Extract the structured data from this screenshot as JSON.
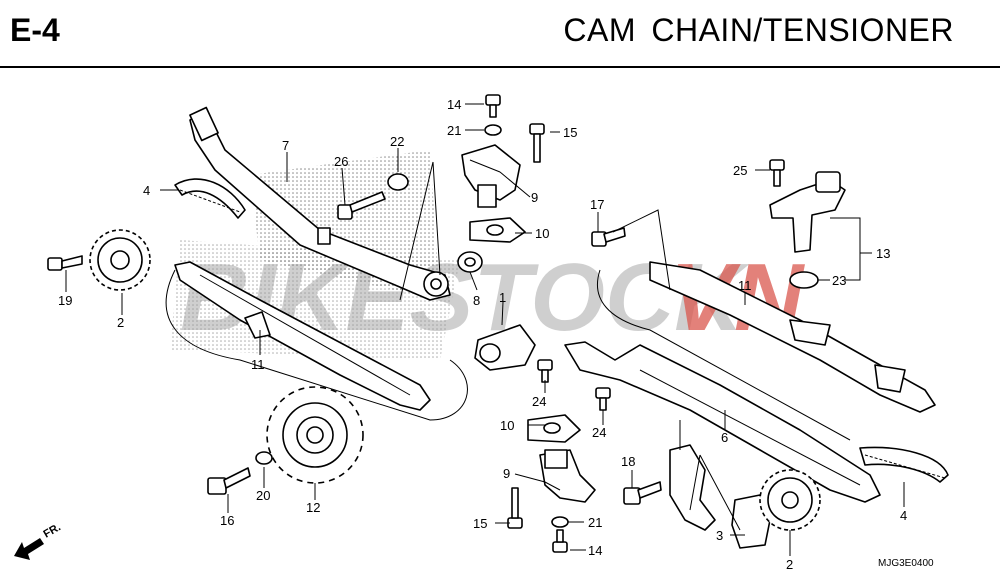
{
  "header": {
    "code": "E-4",
    "title": "CAM  CHAIN/TENSIONER"
  },
  "footer": {
    "diagram_code": "MJG3E0400",
    "direction": "FR."
  },
  "watermark": {
    "text_a": "BIKESTOCK",
    "text_b": "VN",
    "color_a": "#9a9a9a",
    "color_b": "#d33a2f"
  },
  "callouts": {
    "c1": "1",
    "c2a": "2",
    "c2b": "2",
    "c3": "3",
    "c4a": "4",
    "c4b": "4",
    "c6": "6",
    "c7": "7",
    "c8": "8",
    "c9a": "9",
    "c9b": "9",
    "c10a": "10",
    "c10b": "10",
    "c11a": "11",
    "c11b": "11",
    "c12": "12",
    "c13": "13",
    "c14a": "14",
    "c14b": "14",
    "c15a": "15",
    "c15b": "15",
    "c16": "16",
    "c17": "17",
    "c18": "18",
    "c19": "19",
    "c20": "20",
    "c21a": "21",
    "c21b": "21",
    "c22": "22",
    "c23": "23",
    "c24a": "24",
    "c24b": "24",
    "c25": "25",
    "c26": "26"
  }
}
